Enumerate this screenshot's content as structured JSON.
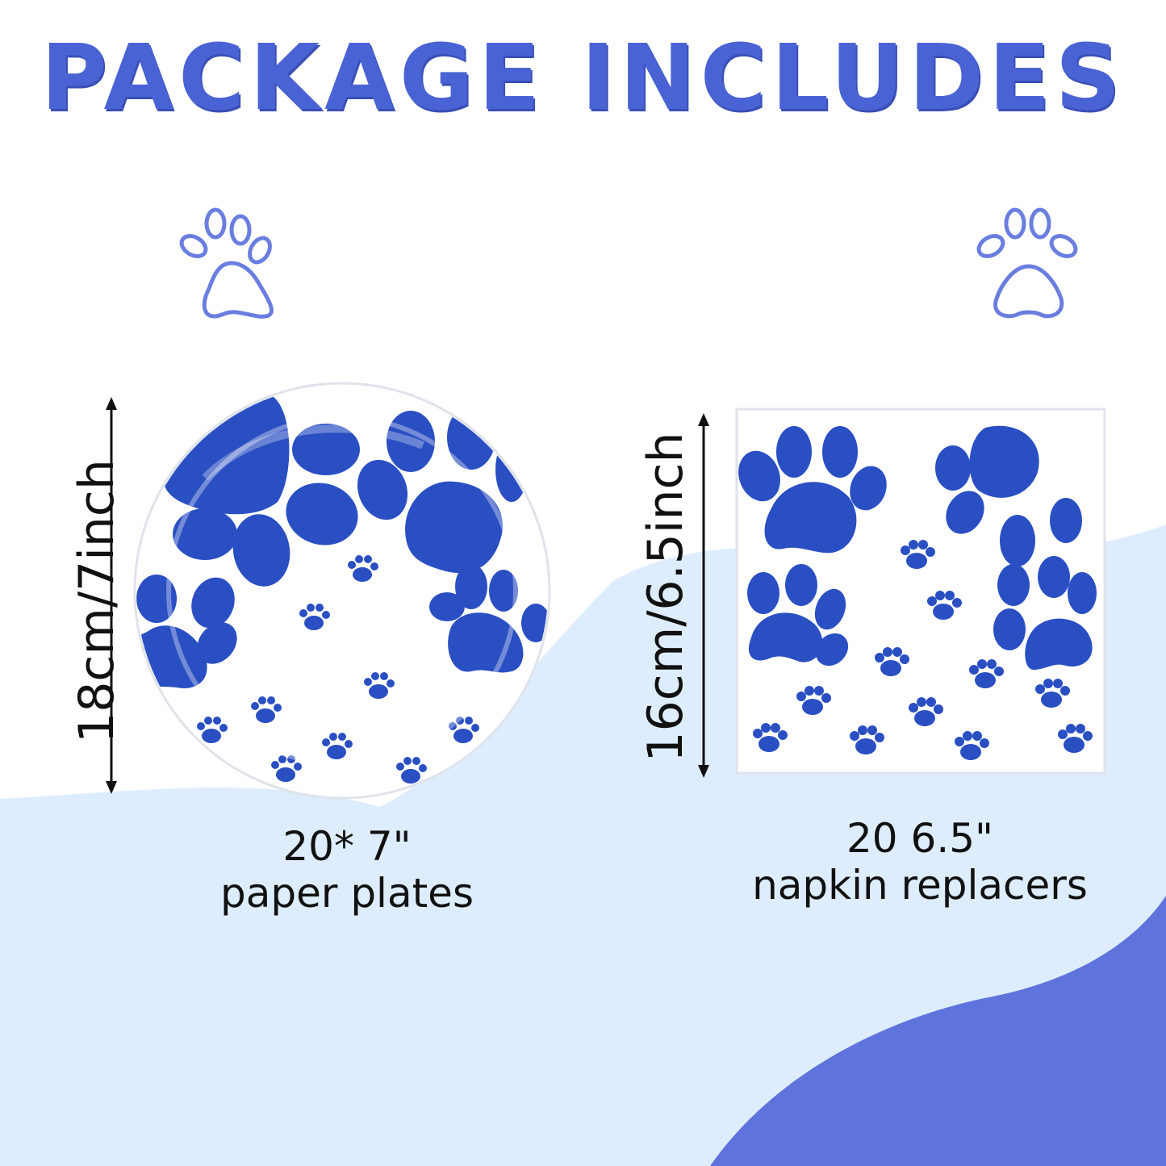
{
  "title": "PACKAGE INCLUDES",
  "colors": {
    "accent": "#4a63d4",
    "paw_blue": "#2a4fc3",
    "light_wave": "#ddedfd",
    "dark_wave": "#5f73dc"
  },
  "icons": [
    "paw-outline-icon",
    "paw-outline-icon",
    "up-down-arrow-icon",
    "up-down-arrow-icon"
  ],
  "products": [
    {
      "dimension": "18cm/7inch",
      "caption_line1": "20* 7\"",
      "caption_line2": "paper plates"
    },
    {
      "dimension": "16cm/6.5inch",
      "caption_line1": "20 6.5\"",
      "caption_line2": "napkin replacers"
    }
  ]
}
